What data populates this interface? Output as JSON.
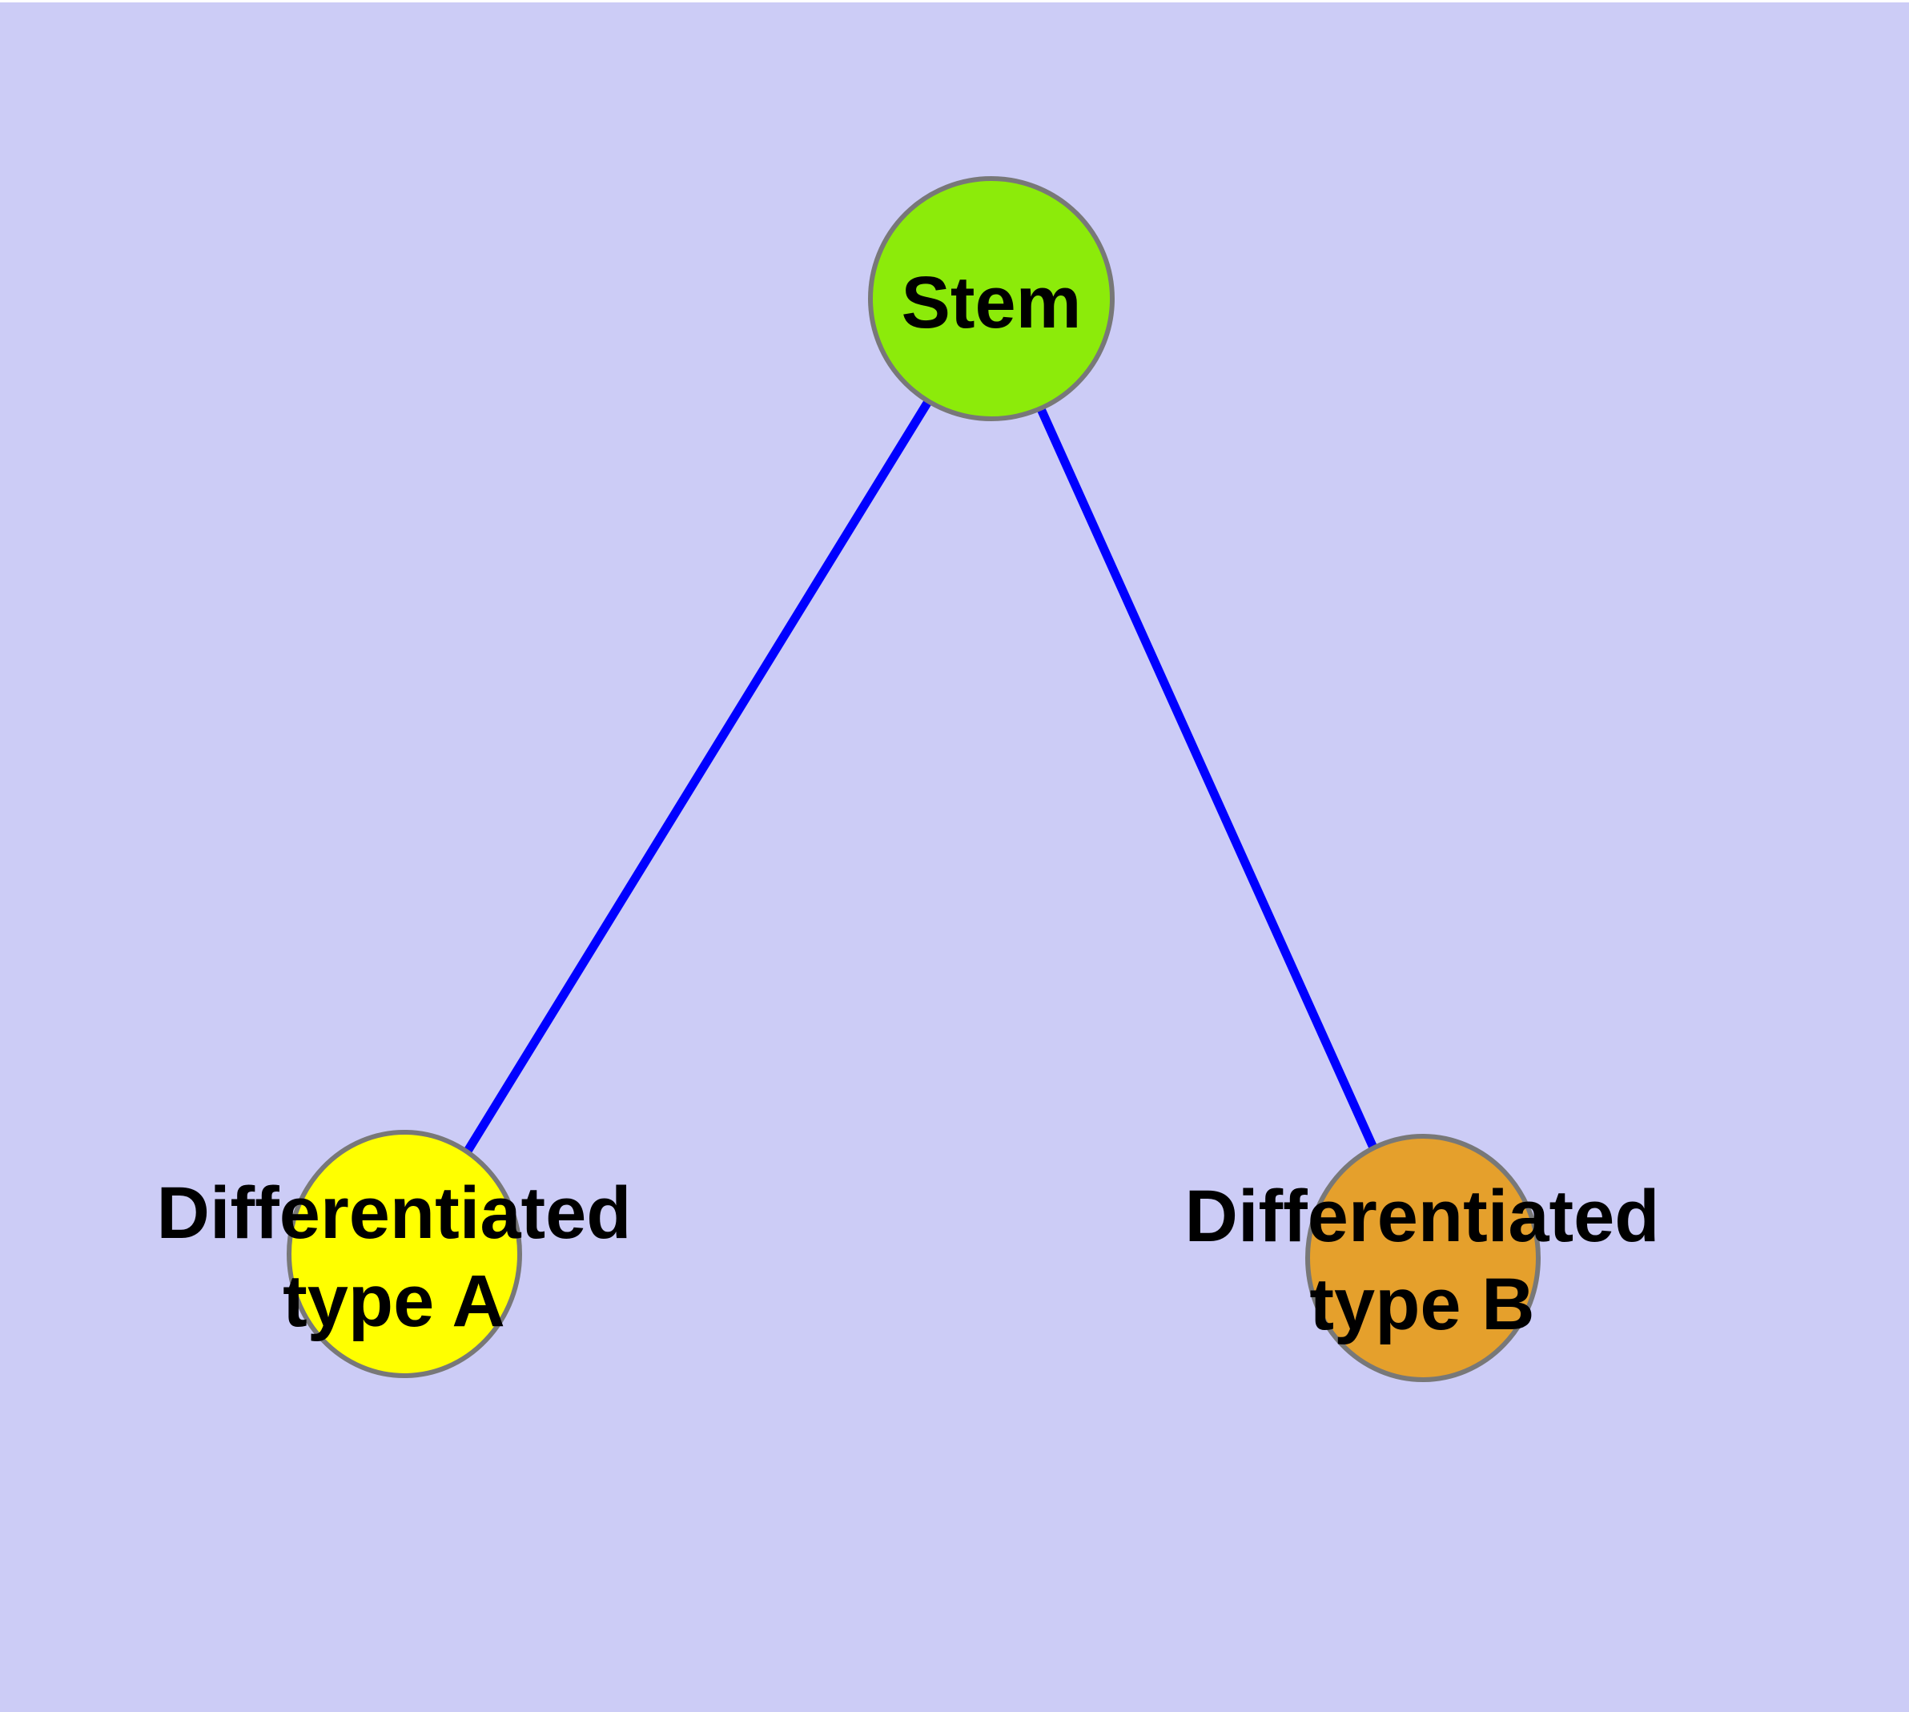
{
  "diagram": {
    "type": "node-link-graph",
    "background_color": "#ccccf6",
    "top_margin_color": "#ffffff",
    "edge_color": "#0000ff",
    "node_border_color": "#787878",
    "label_color": "#000000",
    "nodes": [
      {
        "id": "stem",
        "lines": [
          "Stem"
        ],
        "fill": "#8ceb0a"
      },
      {
        "id": "differentiated-type-a",
        "lines": [
          "Differentiated",
          "type A"
        ],
        "fill": "#ffff00"
      },
      {
        "id": "differentiated-type-b",
        "lines": [
          "Differentiated",
          "type B"
        ],
        "fill": "#e5a02c"
      }
    ],
    "edges": [
      {
        "from": "Stem",
        "to": "Differentiated type A"
      },
      {
        "from": "Stem",
        "to": "Differentiated type B"
      }
    ]
  }
}
